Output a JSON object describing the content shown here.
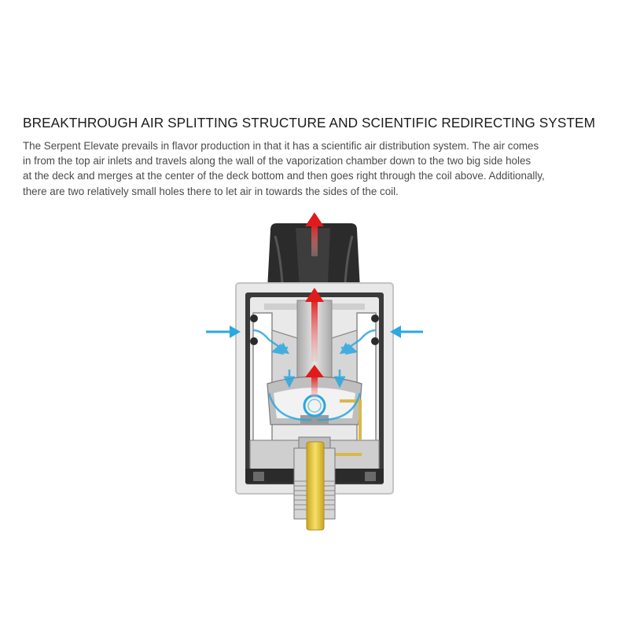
{
  "heading": "BREAKTHROUGH AIR SPLITTING STRUCTURE AND SCIENTIFIC REDIRECTING SYSTEM",
  "description_lines": [
    "The Serpent Elevate prevails in flavor production in that it has a scientific air distribution system. The air comes",
    "in from the top air inlets and travels along the wall of the vaporization chamber down to the two big side holes",
    "at the deck and merges at the center of the deck bottom and then goes right through the coil above. Additionally,",
    "there are two relatively small holes there to let air in towards the sides of the coil."
  ],
  "colors": {
    "heading": "#1a1a1a",
    "text": "#4a4a4a",
    "intake_arrow": "#2aa8e0",
    "vapor_arrow": "#e01b1b",
    "cap": "#2b2b2b",
    "body": "#d9d9d9",
    "pin": "#e8c840"
  }
}
